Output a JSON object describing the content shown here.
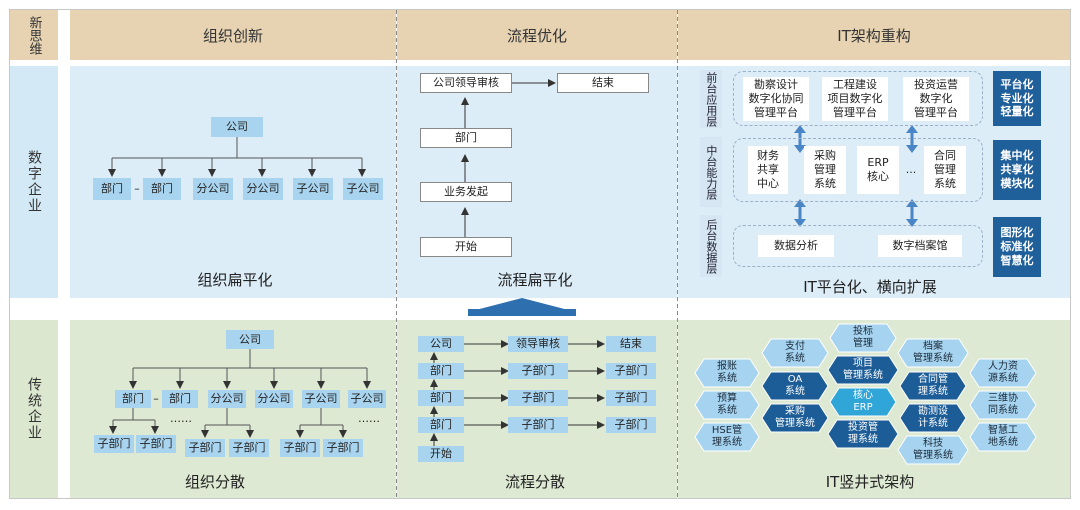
{
  "header": {
    "corner": "新思维",
    "col1": "组织创新",
    "col2": "流程优化",
    "col3": "IT架构重构"
  },
  "rows": {
    "digital": "数字企业",
    "traditional": "传统企业"
  },
  "digital": {
    "org": {
      "company": "公司",
      "units": [
        "部门",
        "部门",
        "分公司",
        "分公司",
        "子公司",
        "子公司"
      ],
      "dash": "–",
      "caption": "组织扁平化"
    },
    "process": {
      "steps": [
        "开始",
        "业务发起",
        "部门",
        "公司领导审核"
      ],
      "end": "结束",
      "caption": "流程扁平化"
    },
    "it": {
      "layers": [
        "前台应用层",
        "中台能力层",
        "后台数据层"
      ],
      "front": [
        "勘察设计\n数字化协同\n管理平台",
        "工程建设\n项目数字化\n管理平台",
        "投资运营\n数字化\n管理平台"
      ],
      "middle": [
        "财务\n共享\n中心",
        "采购\n管理\n系统",
        "ERP\n核心",
        "...",
        "合同\n管理\n系统"
      ],
      "back": [
        "数据分析",
        "数字档案馆"
      ],
      "tags": [
        "平台化\n专业化\n轻量化",
        "集中化\n共享化\n模块化",
        "图形化\n标准化\n智慧化"
      ],
      "caption": "IT平台化、横向扩展"
    }
  },
  "traditional": {
    "org": {
      "company": "公司",
      "depts": [
        "部门",
        "部门",
        "分公司",
        "分公司",
        "子公司",
        "子公司"
      ],
      "dash": "–",
      "subs": [
        "子部门",
        "子部门",
        "子部门",
        "子部门",
        "子部门",
        "子部门"
      ],
      "dots": "……",
      "caption": "组织分散"
    },
    "process": {
      "left": [
        "公司",
        "部门",
        "部门",
        "部门",
        "开始"
      ],
      "mid": [
        "领导审核",
        "子部门",
        "子部门",
        "子部门"
      ],
      "right": [
        "结束",
        "子部门",
        "子部门",
        "子部门"
      ],
      "caption": "流程分散"
    },
    "it": {
      "hexes": [
        "报账\n系统",
        "预算\n系统",
        "HSE管\n理系统",
        "支付\n系统",
        "OA\n系统",
        "采购\n管理系统",
        "投标\n管理",
        "项目\n管理系统",
        "核心\nERP",
        "投资管\n理系统",
        "档案\n管理系统",
        "合同管\n理系统",
        "勘测设\n计系统",
        "科技\n管理系统",
        "人力资\n源系统",
        "三维协\n同系统",
        "智慧工\n地系统"
      ],
      "caption": "IT竖井式架构"
    }
  },
  "colors": {
    "header": "#e7d3b2",
    "blue_panel": "#dcedf8",
    "green_panel": "#dde9d2",
    "box_blue": "#a9d4ef",
    "dark_blue": "#1f5f9a",
    "hex_dark": "#1d5d97",
    "hex_light": "#a6d3ef",
    "hex_mid": "#2fa5d8"
  }
}
